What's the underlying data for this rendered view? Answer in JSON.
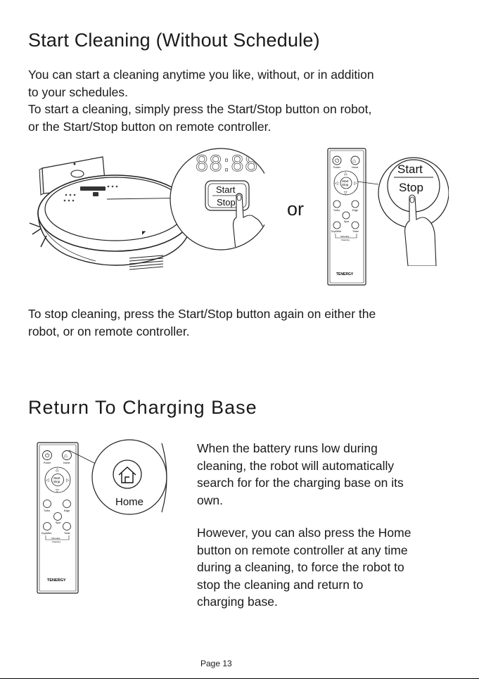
{
  "section1": {
    "title": "Start Cleaning (Without Schedule)",
    "paragraph_lines": [
      "You can start a cleaning anytime you like, without, or in addition",
      "to your schedules.",
      "To start a cleaning, simply press the Start/Stop button on robot,",
      "or the Start/Stop button on remote controller."
    ],
    "robot_display": "88:88",
    "robot_button": {
      "line1": "Start",
      "line2": "Stop"
    },
    "or_label": "or",
    "remote_zoom_button": {
      "line1": "Start",
      "line2": "Stop"
    },
    "stop_lines": [
      "To stop cleaning, press the Start/Stop button again on either the",
      "robot, or on remote controller."
    ]
  },
  "remote": {
    "labels": {
      "power": "Power",
      "home": "Home",
      "start": "Start",
      "stop": "Stop",
      "turbo": "Turbo",
      "edge": "Edge",
      "spot": "Spot",
      "drywet": "Dry&Wet",
      "timer": "Timer",
      "schedule": "Schedule",
      "cleaning": "Cleaning",
      "brand": "TENERGY"
    }
  },
  "section2": {
    "title": "Return To Charging Base",
    "home_label": "Home",
    "para1_lines": [
      "When the battery runs low during",
      "cleaning, the robot will automatically",
      "search for for the charging base on its",
      "own."
    ],
    "para2_lines": [
      "However, you can also press the Home",
      "button on remote controller at any time",
      "during a cleaning, to force the robot to",
      "stop the cleaning and return to",
      "charging base."
    ]
  },
  "footer": {
    "page": "Page 13"
  }
}
